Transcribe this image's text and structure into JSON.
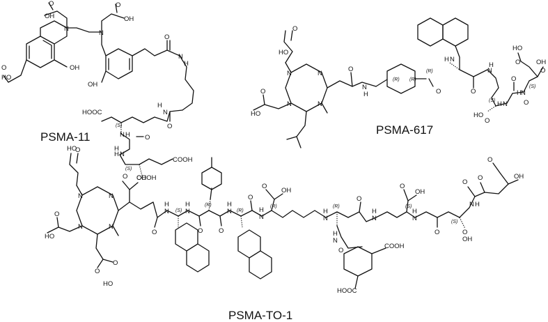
{
  "molecules": [
    {
      "name": "PSMA-11",
      "atoms": [
        "OH",
        "HO",
        "O",
        "OH",
        "N",
        "N",
        "O",
        "OH",
        "OH",
        "O",
        "O",
        "N",
        "H",
        "HOOC",
        "(S)",
        "N",
        "H",
        "O",
        "N",
        "H",
        "O",
        "H",
        "N",
        "H",
        "(S)",
        "COOH",
        "COOH"
      ]
    },
    {
      "name": "PSMA-617",
      "atoms": [
        "HO",
        "O",
        "N",
        "N",
        "HO",
        "O",
        "N",
        "N",
        "O",
        "N",
        "H",
        "O",
        "(R)",
        "(R)",
        "(R)",
        "H",
        "N",
        "O",
        "N",
        "H",
        "O",
        "HO",
        "O",
        "OH",
        "(S)",
        "O",
        "N",
        "H",
        "O",
        "N",
        "H",
        "(S)",
        "O",
        "HO"
      ]
    },
    {
      "name": "PSMA-TO-1",
      "atoms": [
        "HO",
        "O",
        "O",
        "OH",
        "O",
        "N",
        "N",
        "HO",
        "O",
        "N",
        "N",
        "O",
        "HO",
        "O",
        "H",
        "N",
        "O",
        "(S)",
        "H",
        "N",
        "(R)",
        "O",
        "H",
        "N",
        "(R)",
        "O",
        "H",
        "N",
        "(R)",
        "O",
        "OH",
        "H",
        "N",
        "(R)",
        "O",
        "H",
        "N",
        "O",
        "O",
        "OH",
        "(S)",
        "H",
        "N",
        "O",
        "O",
        "OH",
        "O",
        "N",
        "H",
        "O",
        "H",
        "N",
        "(S)",
        "O",
        "OH",
        "COOH",
        "HOOC"
      ]
    }
  ]
}
